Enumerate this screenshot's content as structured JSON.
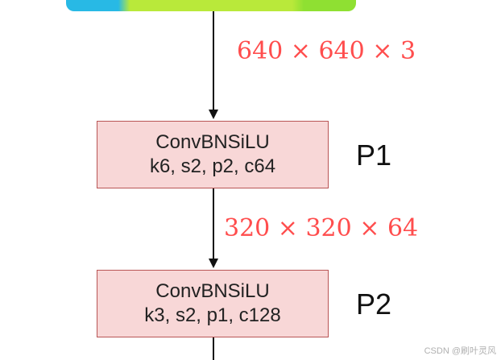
{
  "edges": {
    "input_dims": "640 × 640 × 3",
    "p1_to_p2_dims": "320 × 320 × 64"
  },
  "blocks": [
    {
      "title": "ConvBNSiLU",
      "params": "k6, s2, p2, c64",
      "stage": "P1"
    },
    {
      "title": "ConvBNSiLU",
      "params": "k3, s2, p1, c128",
      "stage": "P2"
    }
  ],
  "watermark": "CSDN @刷叶灵风",
  "colors": {
    "block_fill": "#f8d7d7",
    "block_border": "#b95555",
    "dimension_text": "#ff4d4d"
  }
}
